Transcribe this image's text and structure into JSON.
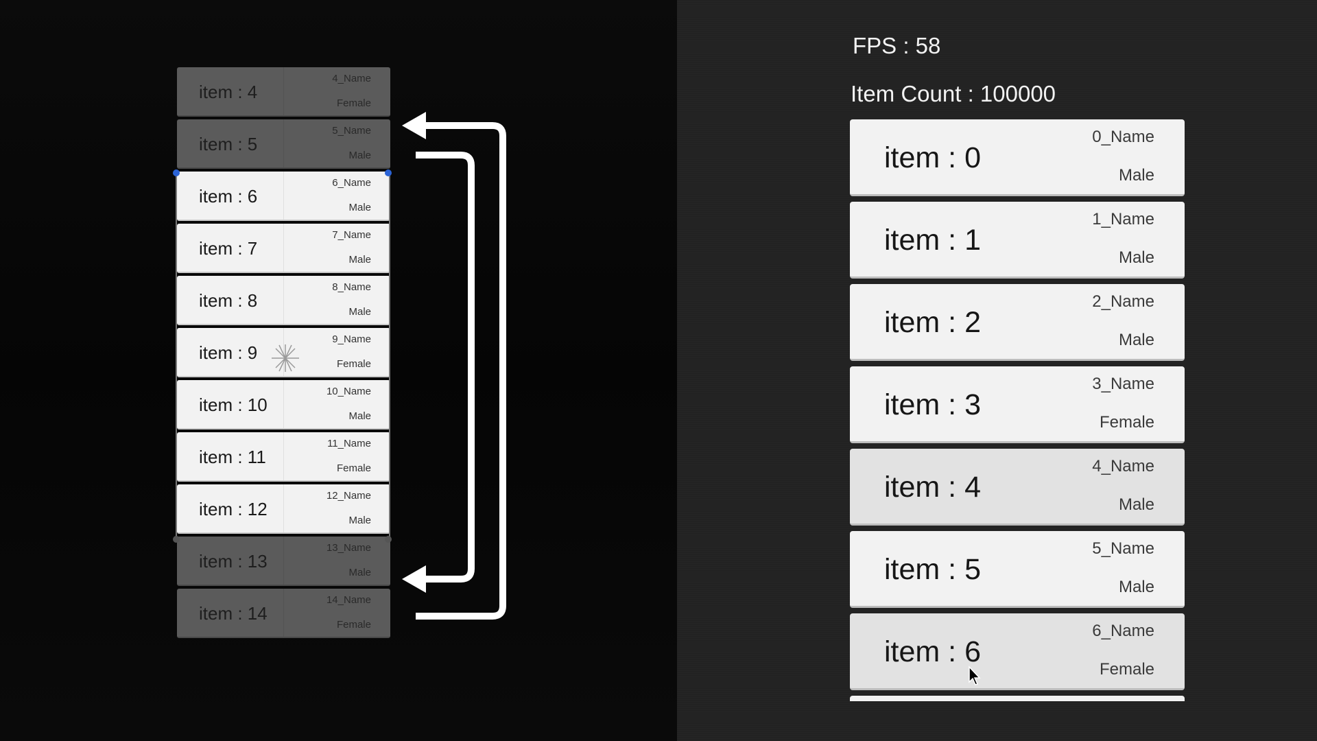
{
  "left_list": {
    "items": [
      {
        "label": "item : 4",
        "name": "4_Name",
        "gender": "Female",
        "state": "recycled"
      },
      {
        "label": "item : 5",
        "name": "5_Name",
        "gender": "Male",
        "state": "recycled"
      },
      {
        "label": "item : 6",
        "name": "6_Name",
        "gender": "Male",
        "state": "visible"
      },
      {
        "label": "item : 7",
        "name": "7_Name",
        "gender": "Male",
        "state": "visible"
      },
      {
        "label": "item : 8",
        "name": "8_Name",
        "gender": "Male",
        "state": "visible"
      },
      {
        "label": "item : 9",
        "name": "9_Name",
        "gender": "Female",
        "state": "visible"
      },
      {
        "label": "item : 10",
        "name": "10_Name",
        "gender": "Male",
        "state": "visible"
      },
      {
        "label": "item : 11",
        "name": "11_Name",
        "gender": "Female",
        "state": "visible"
      },
      {
        "label": "item : 12",
        "name": "12_Name",
        "gender": "Male",
        "state": "visible"
      },
      {
        "label": "item : 13",
        "name": "13_Name",
        "gender": "Male",
        "state": "recycled"
      },
      {
        "label": "item : 14",
        "name": "14_Name",
        "gender": "Female",
        "state": "recycled"
      }
    ]
  },
  "stats": {
    "fps": "FPS : 58",
    "item_count": "Item Count : 100000"
  },
  "right_list": {
    "items": [
      {
        "label": "item : 0",
        "name": "0_Name",
        "gender": "Male"
      },
      {
        "label": "item : 1",
        "name": "1_Name",
        "gender": "Male"
      },
      {
        "label": "item : 2",
        "name": "2_Name",
        "gender": "Male"
      },
      {
        "label": "item : 3",
        "name": "3_Name",
        "gender": "Female"
      },
      {
        "label": "item : 4",
        "name": "4_Name",
        "gender": "Male"
      },
      {
        "label": "item : 5",
        "name": "5_Name",
        "gender": "Male"
      },
      {
        "label": "item : 6",
        "name": "6_Name",
        "gender": "Female"
      },
      {
        "label": "",
        "name": "",
        "gender": ""
      }
    ]
  },
  "icons": {
    "recycle_arrow": "recycle-arrow-icon",
    "loading": "loading-spinner-icon",
    "cursor": "mouse-cursor-icon"
  },
  "colors": {
    "left_bg": "#050505",
    "right_bg": "#222222",
    "item_bg": "#f2f2f2",
    "recycled_item_bg": "#5b5b5b",
    "handle_blue": "#2b63d6",
    "arrow": "#ffffff"
  }
}
